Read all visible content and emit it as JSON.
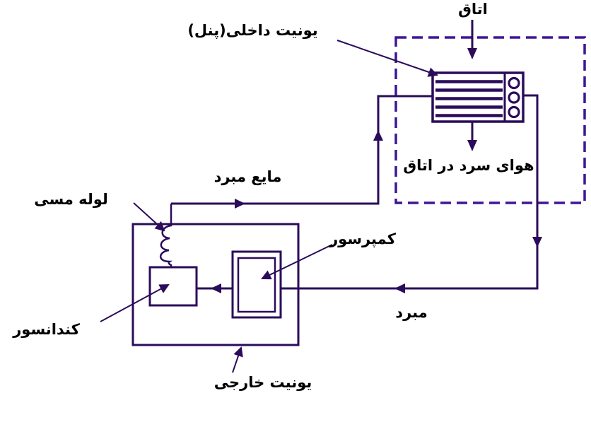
{
  "labels": {
    "room": "اتاق",
    "indoor_unit": "یونیت داخلی(پنل)",
    "cold_air_in_room": "هوای سرد در اتاق",
    "liquid_refrigerant": "مایع مبرد",
    "copper_pipe": "لوله مسی",
    "compressor": "کمپرسور",
    "condenser": "کندانسور",
    "refrigerant": "مبرد",
    "outdoor_unit": "یونیت خارجی"
  },
  "colors": {
    "line": "#2b0b5a",
    "dashed_boundary": "#3f1696",
    "text": "#000000",
    "background": "#ffffff"
  }
}
